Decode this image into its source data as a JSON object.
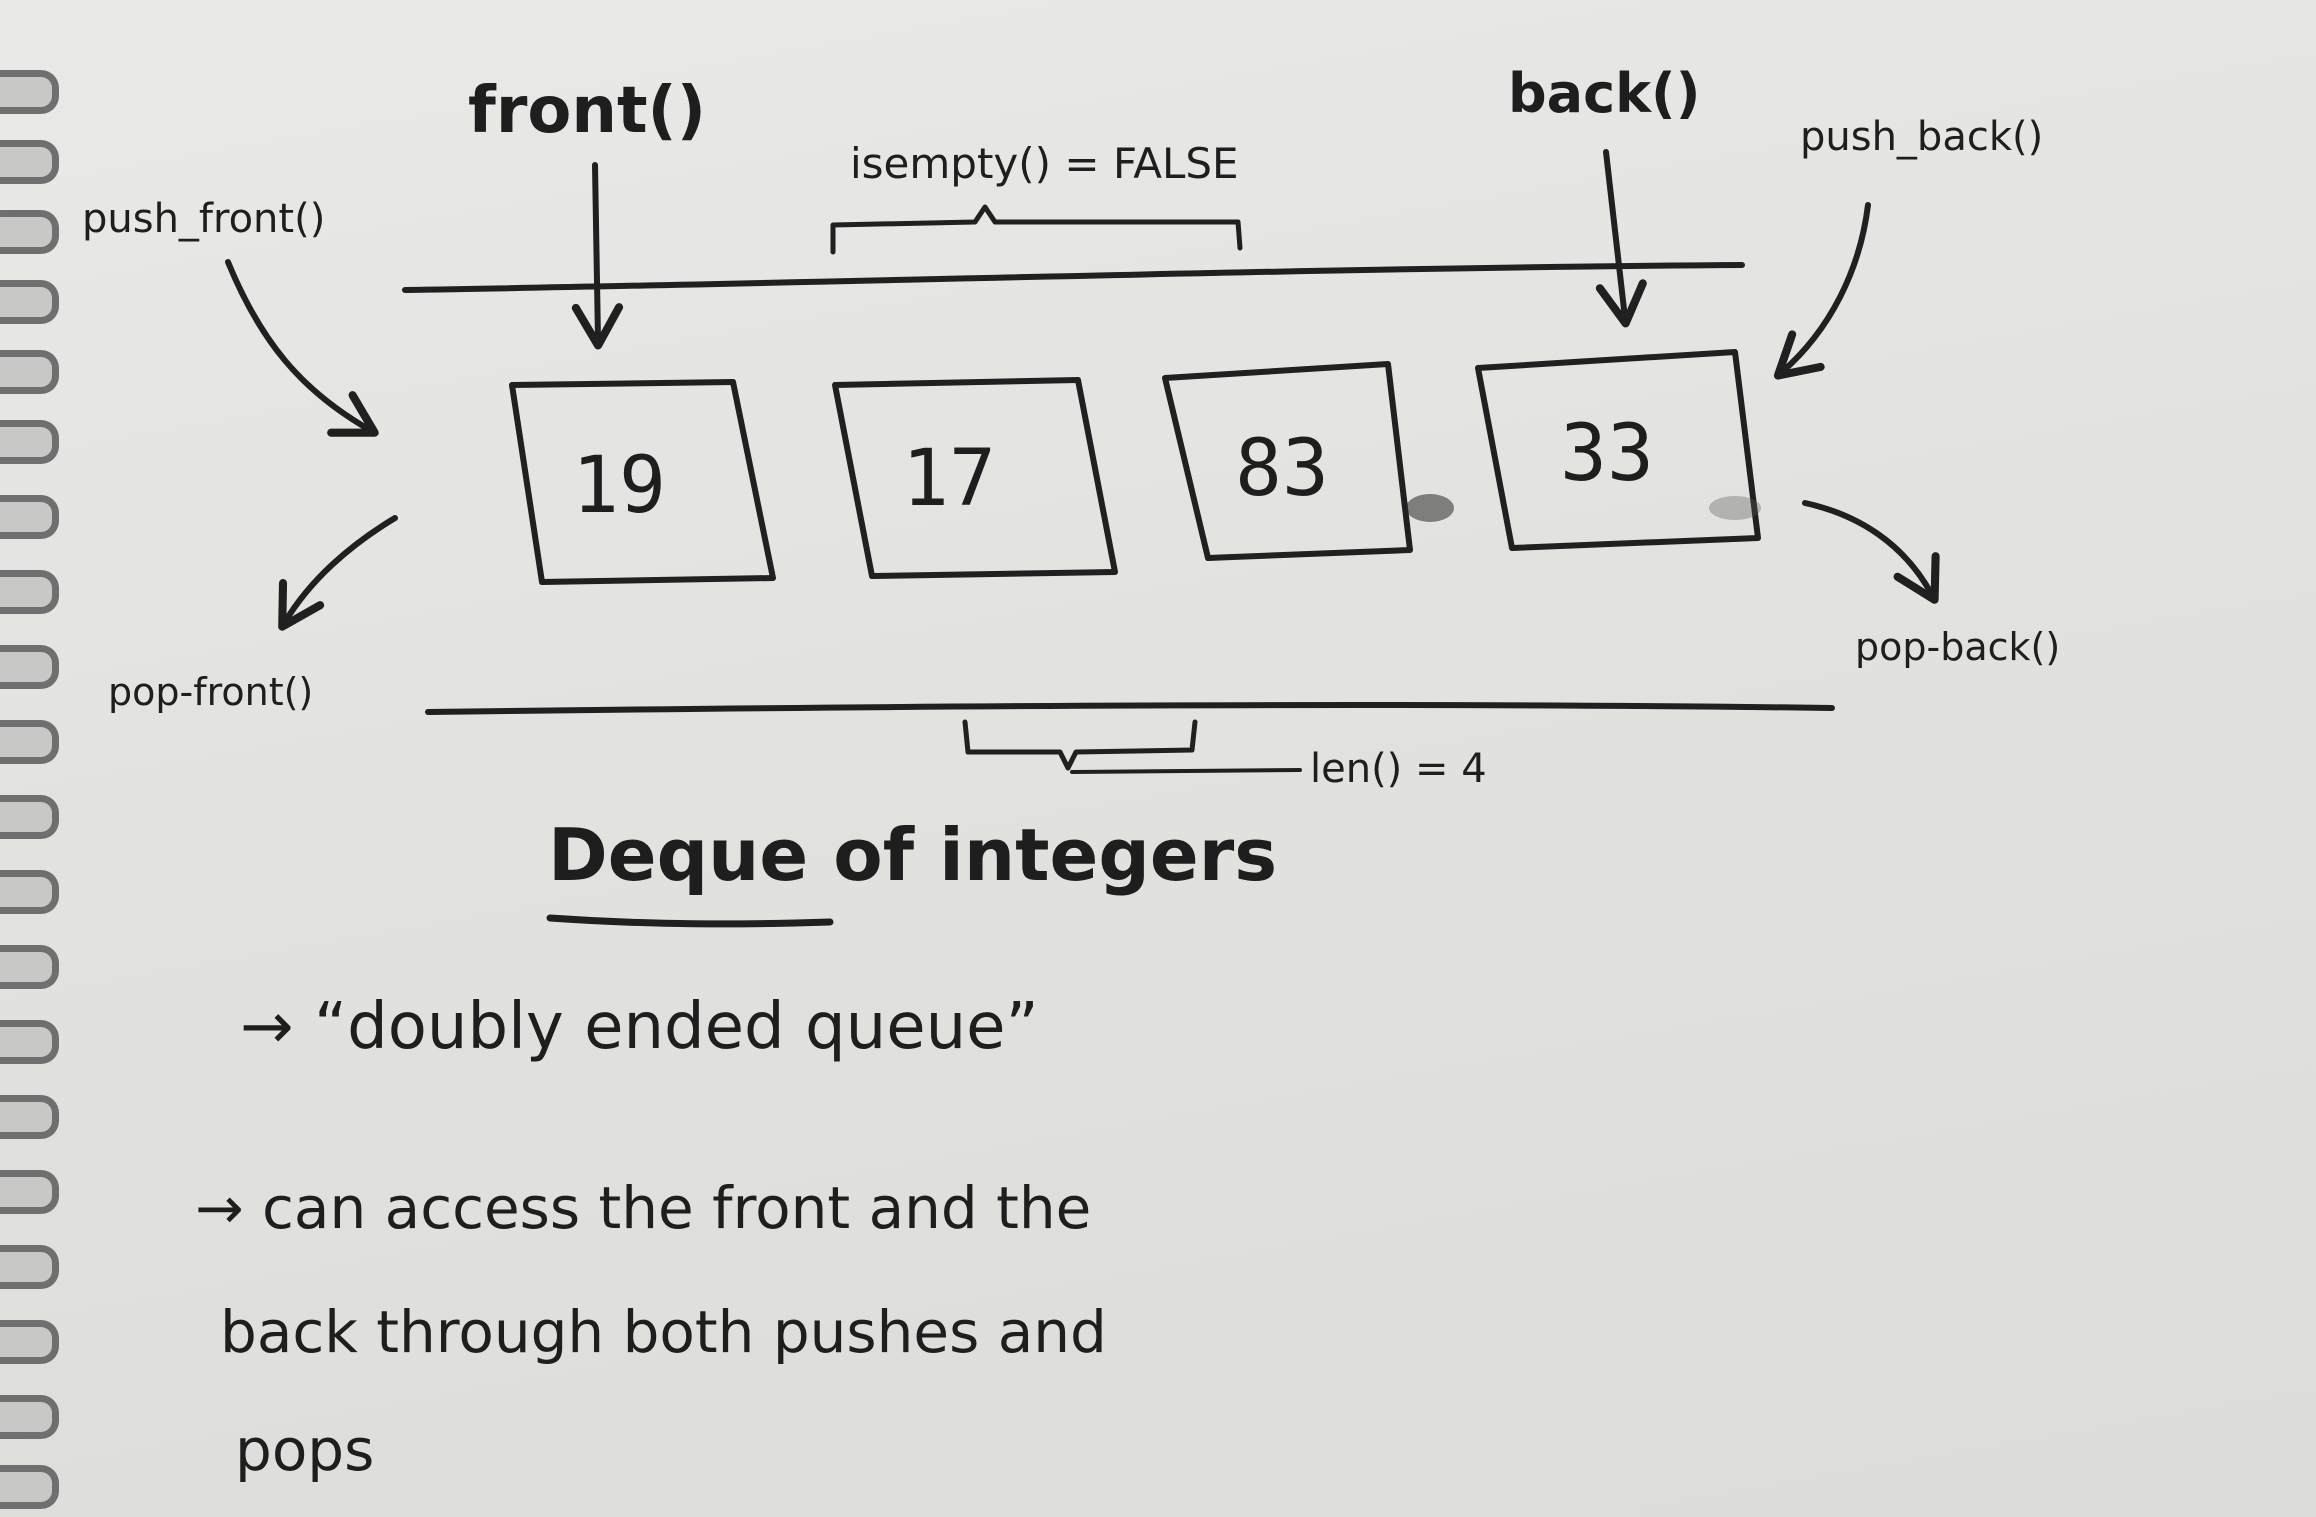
{
  "diagram": {
    "labels": {
      "front": "front()",
      "back": "back()",
      "is_empty": "isempty() = FALSE",
      "push_front": "push_front()",
      "push_back": "push_back()",
      "pop_front": "pop-front()",
      "pop_back": "pop-back()",
      "len": "len() = 4"
    },
    "cells": [
      {
        "value": "19"
      },
      {
        "value": "17"
      },
      {
        "value": "83"
      },
      {
        "value": "33"
      }
    ]
  },
  "notes": {
    "title": "Deque of integers",
    "line1": "→ “doubly ended queue”",
    "line2": "→ can access the front and the",
    "line3": "back through both pushes and",
    "line4": "pops"
  }
}
